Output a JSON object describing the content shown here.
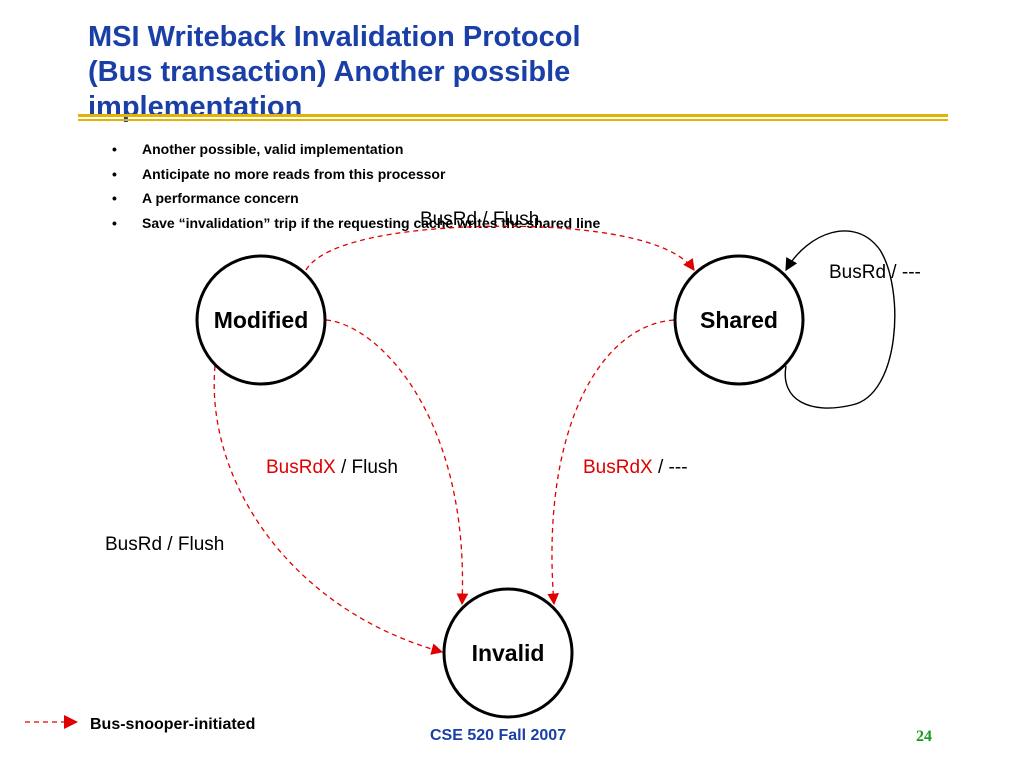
{
  "title": {
    "line1": "MSI Writeback Invalidation Protocol",
    "line2": "(Bus transaction) Another possible",
    "line3": "implementation"
  },
  "bullets": [
    "Another possible, valid implementation",
    "Anticipate no more reads from this processor",
    "A performance concern",
    "Save “invalidation” trip if the requesting cache writes the shared line"
  ],
  "bullet_glyph": "•",
  "states": {
    "modified": "Modified",
    "shared": "Shared",
    "invalid": "Invalid"
  },
  "edges": {
    "modified_to_shared": "BusRd / Flush",
    "shared_self_loop": "BusRd / ---",
    "modified_to_invalid_busrdx": {
      "event": "BusRdX",
      "action": " / Flush"
    },
    "shared_to_invalid_busrdx": {
      "event": "BusRdX",
      "action": " / ---"
    },
    "modified_to_invalid_busrd": "BusRd / Flush"
  },
  "legend": {
    "label": "Bus-snooper-initiated"
  },
  "footer": {
    "course": "CSE 520 Fall 2007",
    "page": "24"
  },
  "colors": {
    "title": "#1a3fa6",
    "rule": "#e0b400",
    "snoop_edge": "#e00000",
    "highlight_text": "#e00000",
    "page_number": "#1a9a1a"
  }
}
